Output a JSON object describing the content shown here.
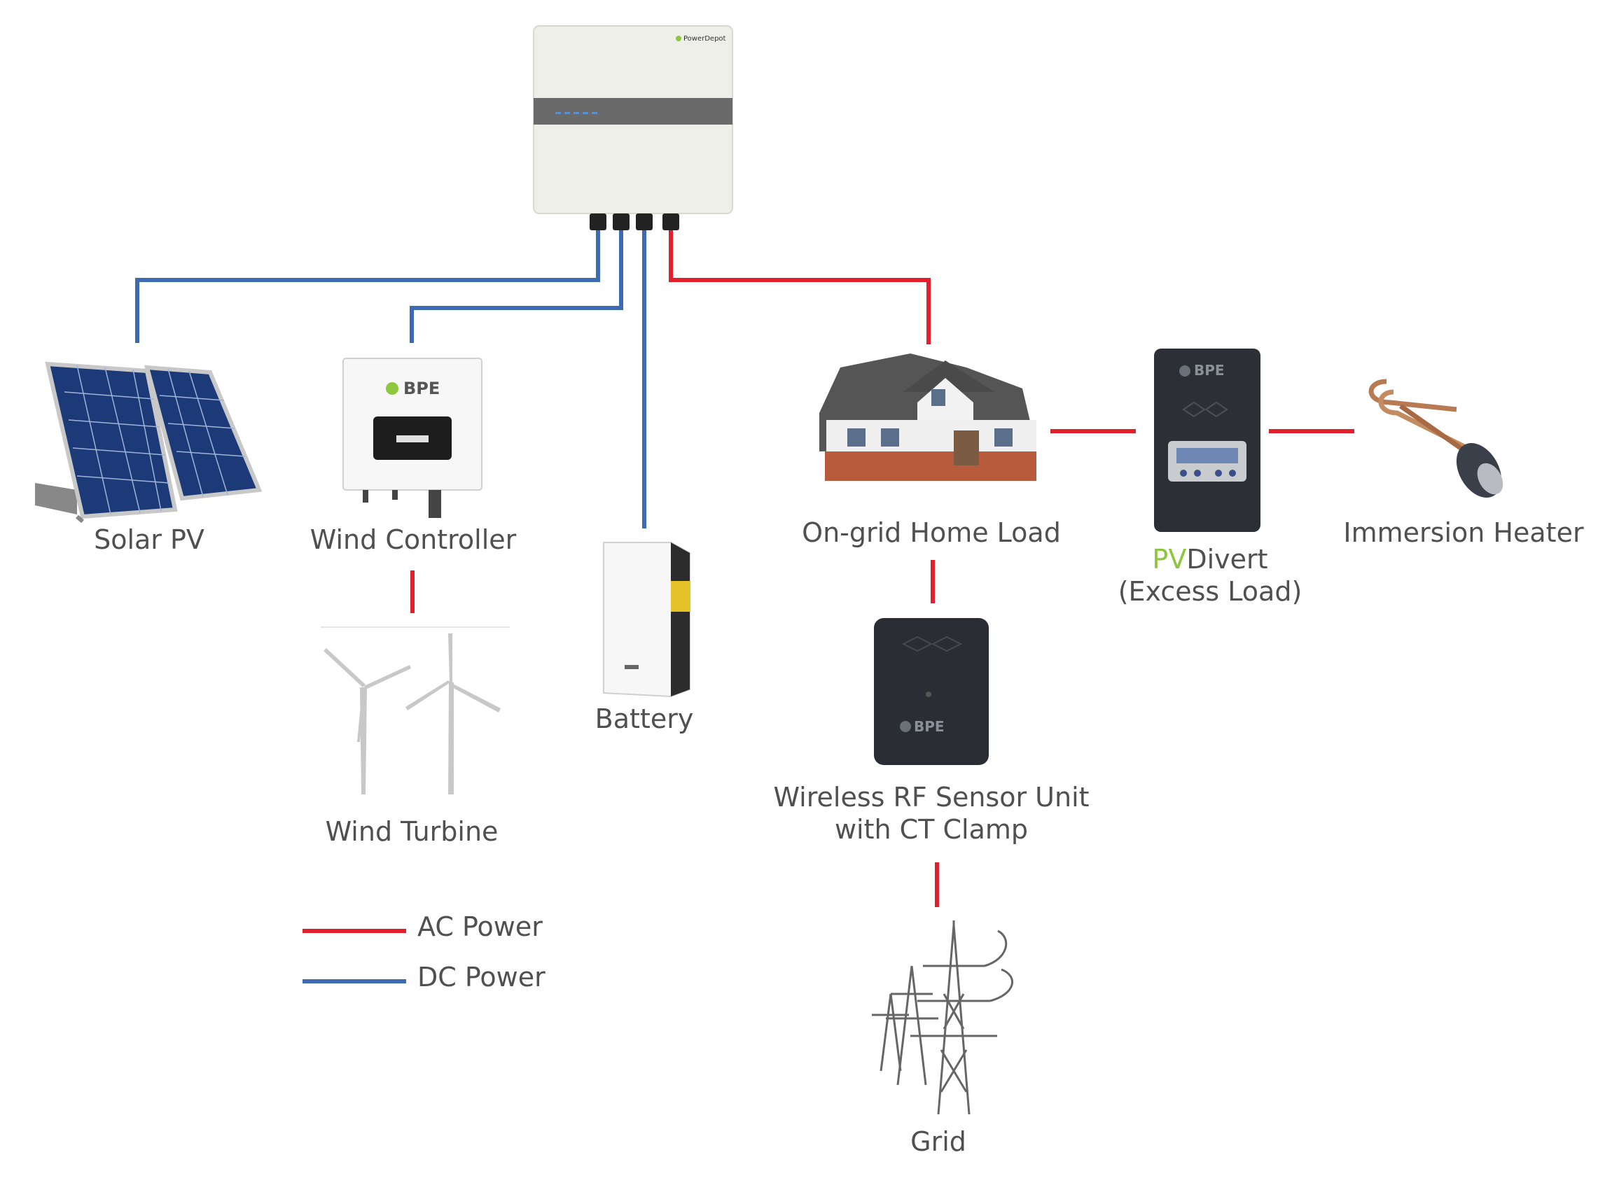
{
  "inverter": {
    "brand": "PowerDepot"
  },
  "devices": {
    "solar_pv": "Solar PV",
    "wind_controller": "Wind Controller",
    "wind_turbine": "Wind Turbine",
    "battery": "Battery",
    "home_load": "On-grid Home Load",
    "pvdivert_prefix": "PV",
    "pvdivert_suffix": "Divert",
    "pvdivert_sub": "(Excess Load)",
    "immersion_heater": "Immersion Heater",
    "rf_sensor_line1": "Wireless RF Sensor Unit",
    "rf_sensor_line2": "with CT Clamp",
    "grid": "Grid"
  },
  "brand_logos": {
    "bpe": "BPE"
  },
  "legend": {
    "ac": {
      "label": "AC Power",
      "color": "#e0202a"
    },
    "dc": {
      "label": "DC Power",
      "color": "#3d6bb3"
    }
  }
}
